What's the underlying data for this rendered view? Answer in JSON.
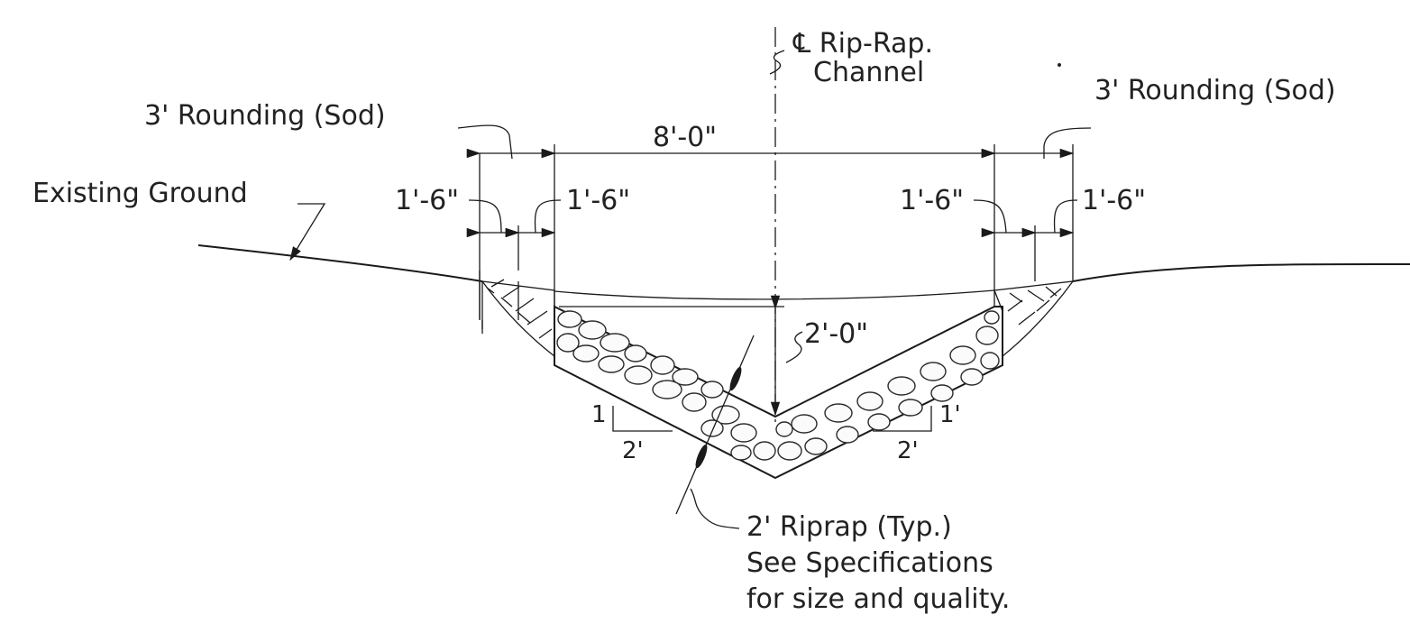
{
  "drawing": {
    "centerline_label_line1": "℄ Rip-Rap.",
    "centerline_label_line2": "Channel",
    "rounding_left": "3' Rounding (Sod)",
    "rounding_right": "3' Rounding (Sod)",
    "top_width": "8'-0\"",
    "existing_ground": "Existing Ground",
    "dim_left_outer": "1'-6\"",
    "dim_left_inner": "1'-6\"",
    "dim_right_inner": "1'-6\"",
    "dim_right_outer": "1'-6\"",
    "depth": "2'-0\"",
    "slope_left_rise": "1",
    "slope_left_run": "2'",
    "slope_right_rise": "1'",
    "slope_right_run": "2'",
    "riprap_note_line1": "2' Riprap (Typ.)",
    "riprap_note_line2": "See Specifications",
    "riprap_note_line3": "for size and quality."
  }
}
